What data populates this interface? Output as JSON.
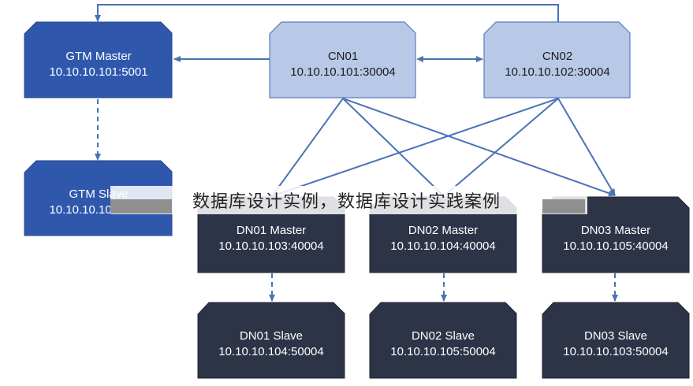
{
  "colors": {
    "gtm_fill": "#2f58ad",
    "gtm_stroke": "#24468c",
    "cn_fill": "#b8c9e8",
    "cn_stroke": "#5d7ab8",
    "dn_fill": "#2d3447",
    "dn_stroke": "#1e2433",
    "arrow": "#4a72b6",
    "white_text": "#ffffff",
    "dark_text": "#1a1a1a"
  },
  "nodes": {
    "gtm_master": {
      "name": "GTM Master",
      "address": "10.10.10.101:5001"
    },
    "gtm_slave": {
      "name": "GTM Slave",
      "address": "10.10.10.102:5001"
    },
    "cn01": {
      "name": "CN01",
      "address": "10.10.10.101:30004"
    },
    "cn02": {
      "name": "CN02",
      "address": "10.10.10.102:30004"
    },
    "dn01_master": {
      "name": "DN01 Master",
      "address": "10.10.10.103:40004"
    },
    "dn02_master": {
      "name": "DN02 Master",
      "address": "10.10.10.104:40004"
    },
    "dn03_master": {
      "name": "DN03 Master",
      "address": "10.10.10.105:40004"
    },
    "dn01_slave": {
      "name": "DN01 Slave",
      "address": "10.10.10.104:50004"
    },
    "dn02_slave": {
      "name": "DN02 Slave",
      "address": "10.10.10.105:50004"
    },
    "dn03_slave": {
      "name": "DN03 Slave",
      "address": "10.10.10.103:50004"
    }
  },
  "overlay_caption": "数据库设计实例，数据库设计实践案例"
}
